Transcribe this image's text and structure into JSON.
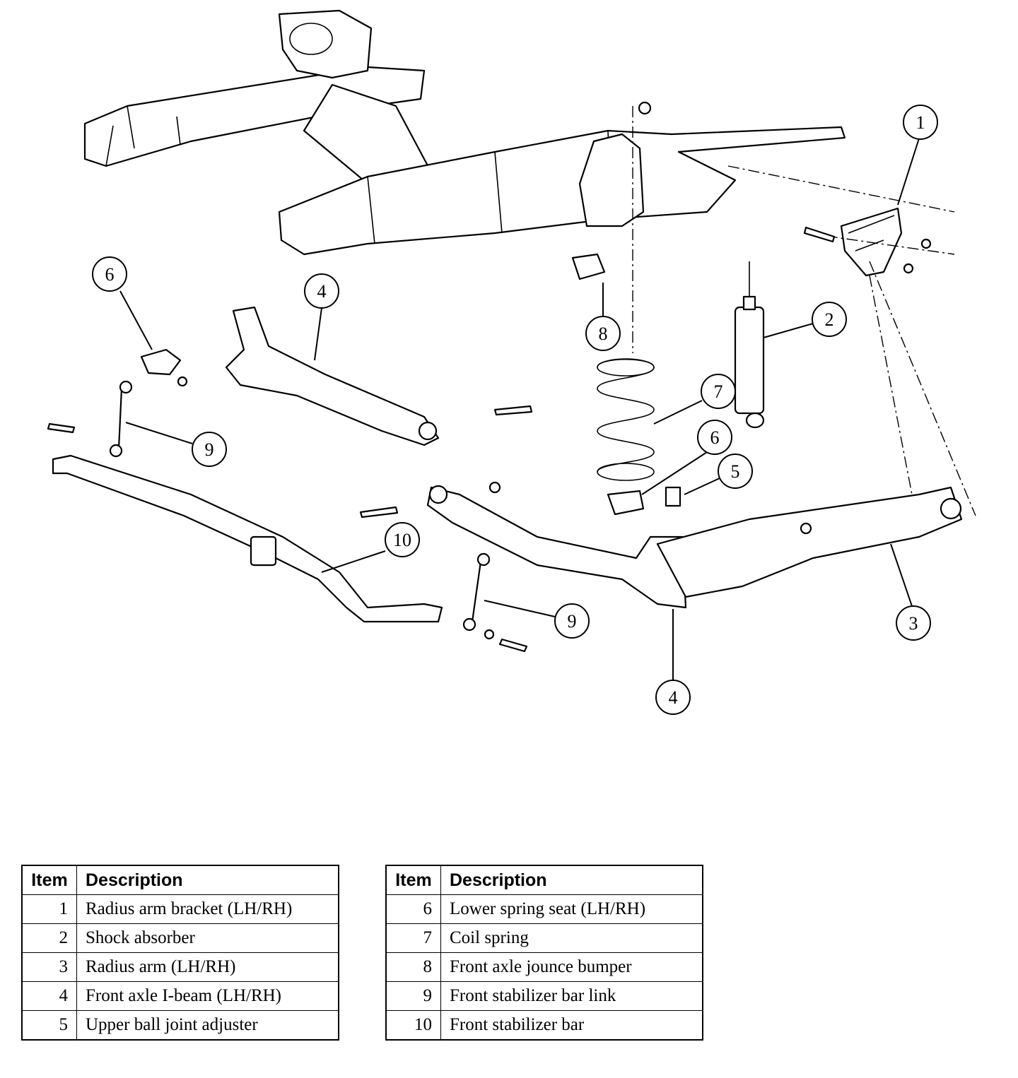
{
  "callouts": [
    "1",
    "2",
    "3",
    "4",
    "4",
    "5",
    "6",
    "6",
    "7",
    "8",
    "9",
    "9",
    "10"
  ],
  "legend": {
    "headers": {
      "item": "Item",
      "description": "Description"
    },
    "left": [
      {
        "item": "1",
        "description": "Radius arm bracket (LH/RH)"
      },
      {
        "item": "2",
        "description": "Shock absorber"
      },
      {
        "item": "3",
        "description": "Radius arm (LH/RH)"
      },
      {
        "item": "4",
        "description": "Front axle I-beam (LH/RH)"
      },
      {
        "item": "5",
        "description": "Upper ball joint adjuster"
      }
    ],
    "right": [
      {
        "item": "6",
        "description": "Lower spring seat (LH/RH)"
      },
      {
        "item": "7",
        "description": "Coil spring"
      },
      {
        "item": "8",
        "description": "Front axle jounce bumper"
      },
      {
        "item": "9",
        "description": "Front stabilizer bar link"
      },
      {
        "item": "10",
        "description": "Front stabilizer bar"
      }
    ]
  }
}
